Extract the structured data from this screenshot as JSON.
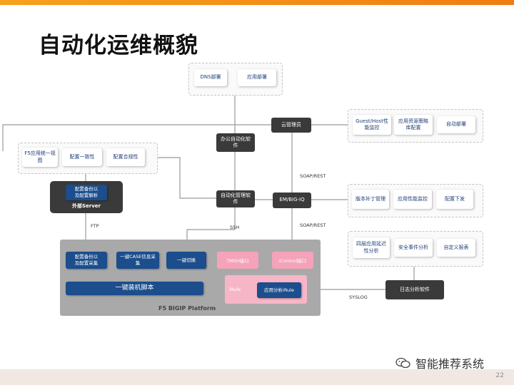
{
  "title": "自动化运维概貌",
  "page_number": "22",
  "watermark": "智能推荐系统",
  "top_group": {
    "dns": "DNS部署",
    "app": "应用部署"
  },
  "cloud_group": {
    "guest": "Guest/Host性\n能监控",
    "resource": "应用资源策略\n库配置",
    "auto_deploy": "自动部署"
  },
  "config_group": {
    "f5view": "F5应用统一视\n图",
    "consistency": "配置一致性",
    "compliance": "配置合规性"
  },
  "version_group": {
    "patch": "版本补丁管理",
    "perf": "应用性能监控",
    "push": "配置下发"
  },
  "analysis_group": {
    "l4": "四层应用延迟\n性分析",
    "security": "安全事件分析",
    "custom": "自定义报表"
  },
  "office": "办公自动化软\n件",
  "cloud_mgr": "云管理员",
  "auto_mgmt": "自动化管理软\n件",
  "em": "EM/BIG-IQ",
  "ext_server": {
    "inner": "配置备份以\n及配置解析",
    "label": "外部Server"
  },
  "log_sw": "日志分析软件",
  "platform": {
    "label": "F5 BIGIP Platform",
    "backup": "配置备份以\n及配置采集",
    "case": "一键CASE信息采\n集",
    "switch": "一键切换",
    "tmsh": "TMSH接口",
    "icontrol": "iControl接口",
    "script": "一键装机脚本",
    "irule": "iRule",
    "app_irule": "应用分析iRule"
  },
  "labels": {
    "soap1": "SOAP/REST",
    "soap2": "SOAP/REST",
    "ftp": "FTP",
    "ssh": "SSH",
    "syslog": "SYSLOG"
  }
}
